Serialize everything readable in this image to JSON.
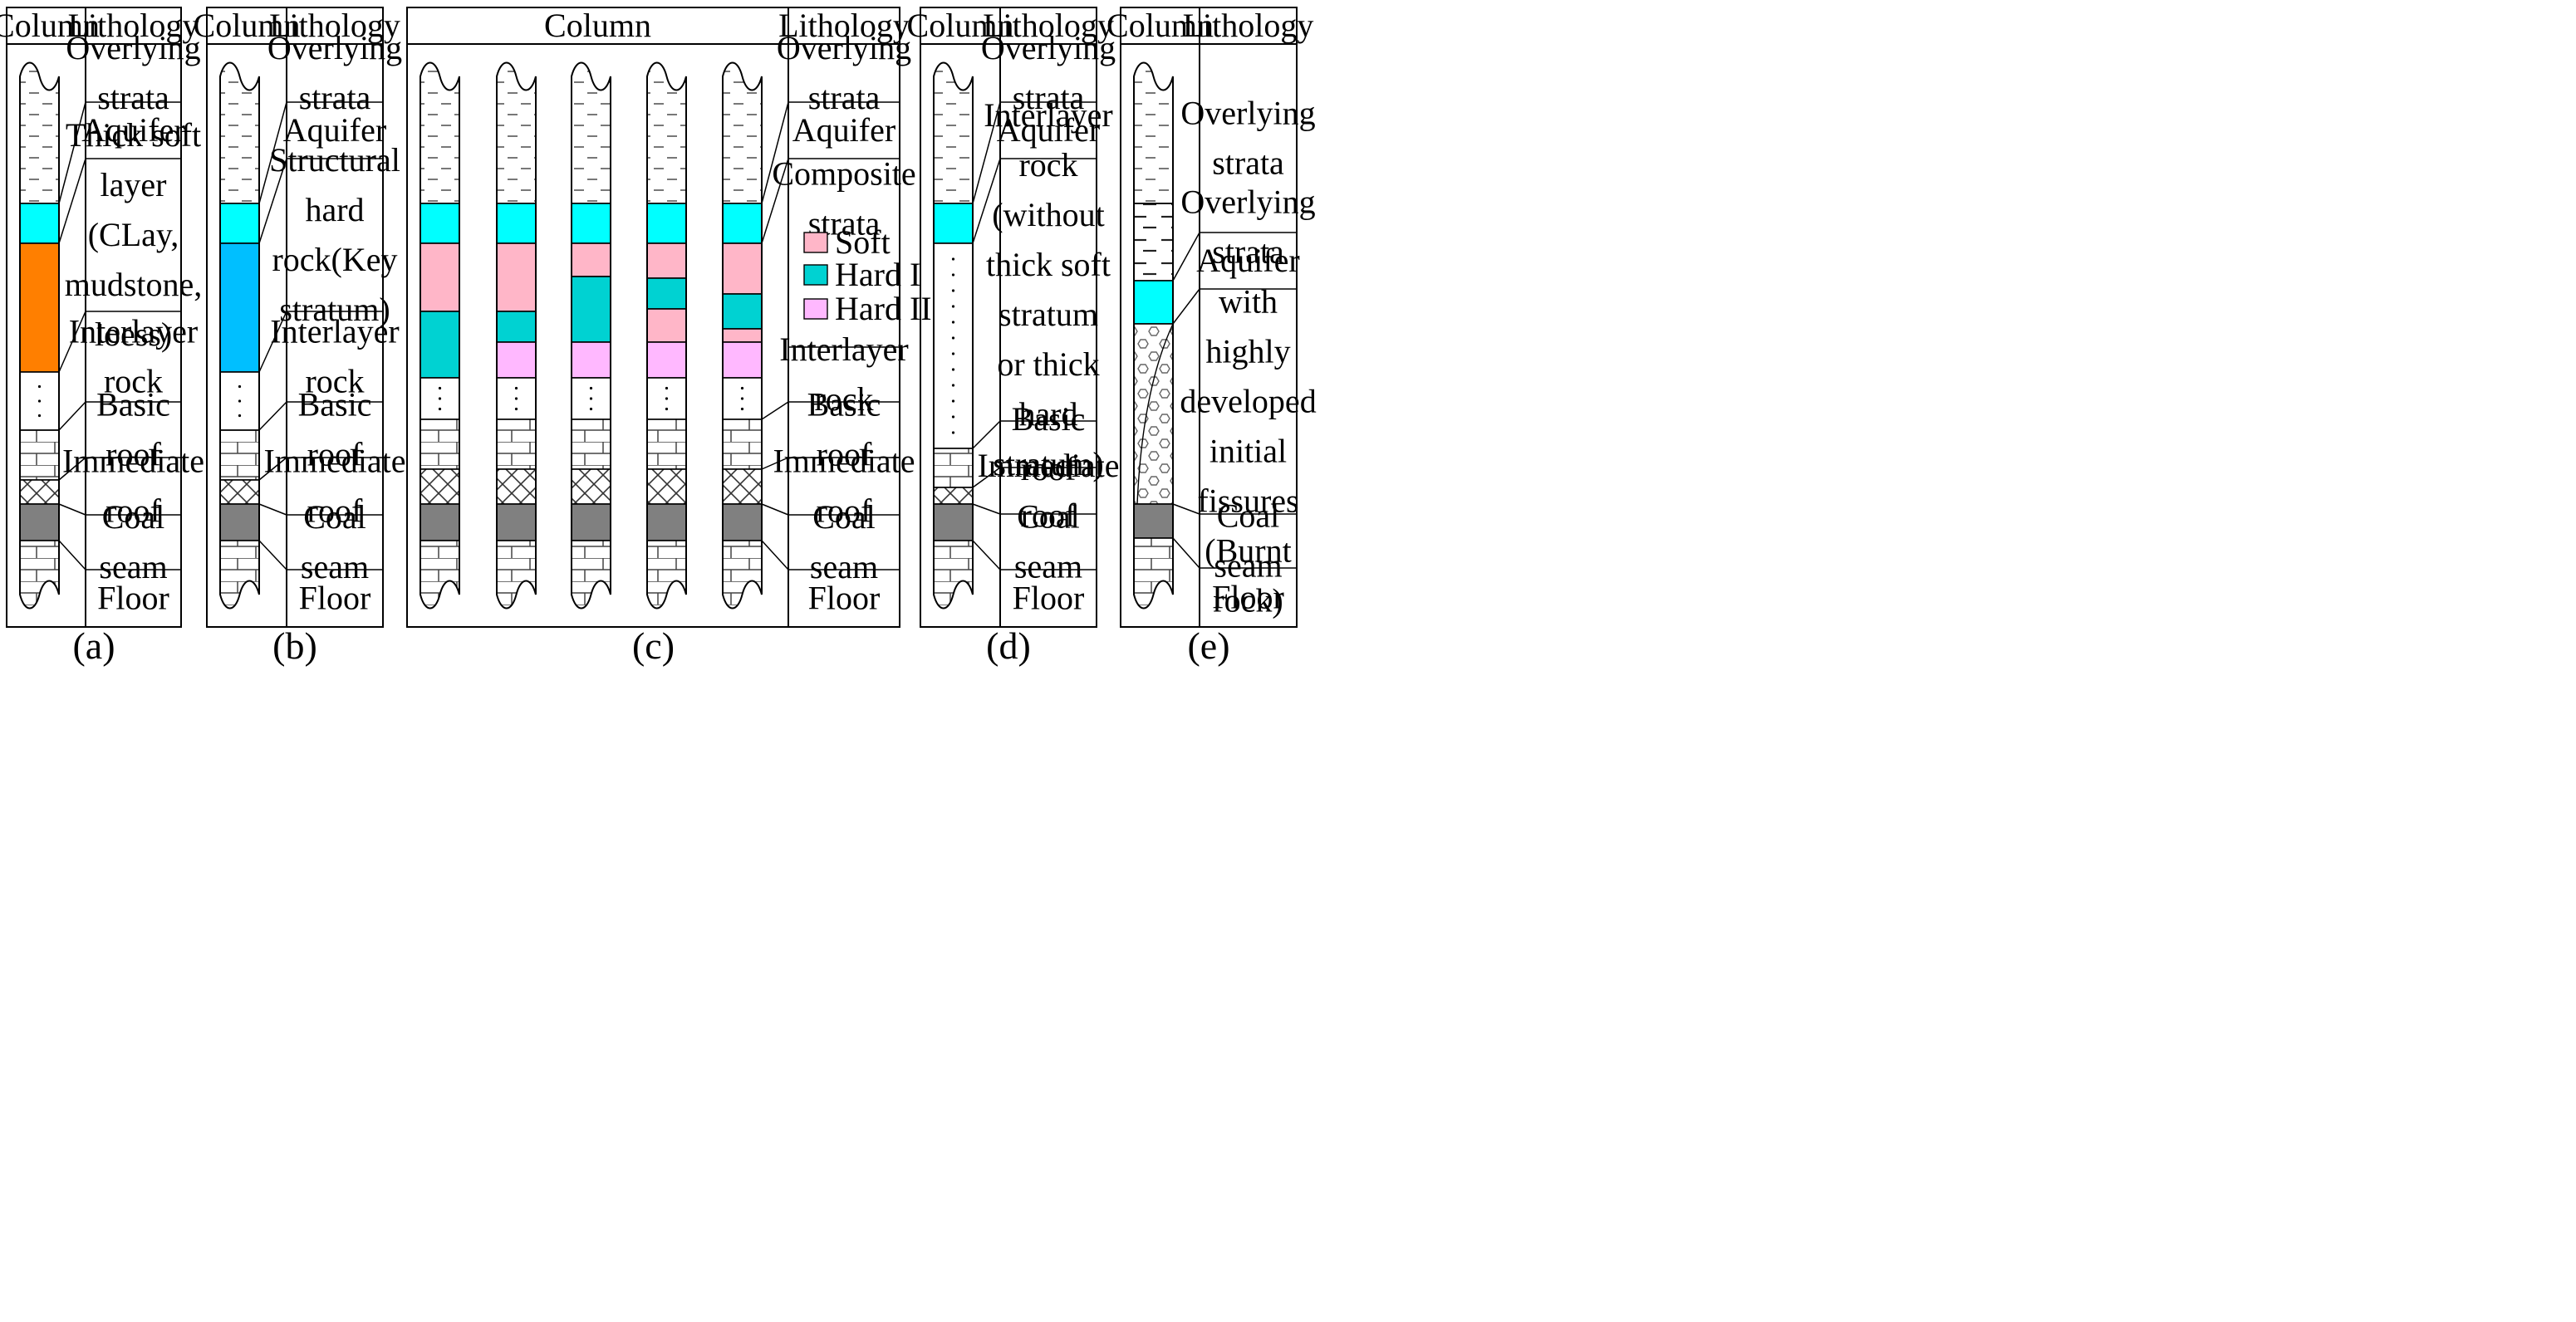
{
  "panels": [
    {
      "label": "(a)",
      "header": [
        "Column",
        "Lithology"
      ],
      "column_layers": [
        {
          "key": "overlying",
          "fill": "dash"
        },
        {
          "key": "aquifer",
          "fill": "#00ffff"
        },
        {
          "key": "thick-soft",
          "fill": "#ff7f00"
        },
        {
          "key": "interlayer",
          "fill": "dots"
        },
        {
          "key": "basic-roof",
          "fill": "brick"
        },
        {
          "key": "immediate-roof",
          "fill": "cross"
        },
        {
          "key": "coal",
          "fill": "#808080"
        },
        {
          "key": "floor",
          "fill": "brick"
        }
      ],
      "lithology": [
        {
          "lines": [
            "Overlying",
            "strata"
          ]
        },
        {
          "lines": [
            "Aquifer"
          ]
        },
        {
          "lines": [
            "Thick soft",
            "layer",
            "(CLay,",
            "mudstone,",
            "loess)"
          ]
        },
        {
          "lines": [
            "Interlayer",
            "rock"
          ]
        },
        {
          "lines": [
            "Basic",
            "roof"
          ]
        },
        {
          "lines": [
            "Immediate",
            "roof"
          ]
        },
        {
          "lines": [
            "Coal",
            "seam"
          ]
        },
        {
          "lines": [
            "Floor"
          ]
        }
      ]
    },
    {
      "label": "(b)",
      "header": [
        "Column",
        "Lithology"
      ],
      "column_layers": [
        {
          "key": "overlying",
          "fill": "dash"
        },
        {
          "key": "aquifer",
          "fill": "#00ffff"
        },
        {
          "key": "key-stratum",
          "fill": "#00bfff"
        },
        {
          "key": "interlayer",
          "fill": "dots"
        },
        {
          "key": "basic-roof",
          "fill": "brick"
        },
        {
          "key": "immediate-roof",
          "fill": "cross"
        },
        {
          "key": "coal",
          "fill": "#808080"
        },
        {
          "key": "floor",
          "fill": "brick"
        }
      ],
      "lithology": [
        {
          "lines": [
            "Overlying",
            "strata"
          ]
        },
        {
          "lines": [
            "Aquifer"
          ]
        },
        {
          "lines": [
            "Structural",
            "hard",
            "rock(Key",
            "stratum)"
          ]
        },
        {
          "lines": [
            "Interlayer",
            "rock"
          ]
        },
        {
          "lines": [
            "Basic",
            "roof"
          ]
        },
        {
          "lines": [
            "Immediate",
            "roof"
          ]
        },
        {
          "lines": [
            "Coal",
            "seam"
          ]
        },
        {
          "lines": [
            "Floor"
          ]
        }
      ]
    },
    {
      "label": "(c)",
      "header": [
        "Column",
        "Lithology"
      ],
      "composite_columns": [
        [
          "soft",
          "hard1"
        ],
        [
          "soft",
          "hard1",
          "hard2"
        ],
        [
          "soft",
          "hard1",
          "hard2"
        ],
        [
          "soft",
          "hard1",
          "soft",
          "hard2"
        ],
        [
          "soft",
          "hard1",
          "soft",
          "hard2"
        ]
      ],
      "lithology": [
        {
          "lines": [
            "Overlying",
            "strata"
          ]
        },
        {
          "lines": [
            "Aquifer"
          ]
        },
        {
          "lines": [
            "Composite",
            "strata"
          ]
        },
        {
          "lines": [
            "Interlayer",
            "rock"
          ]
        },
        {
          "lines": [
            "Basic",
            "roof"
          ]
        },
        {
          "lines": [
            "Immediate",
            "roof"
          ]
        },
        {
          "lines": [
            "Coal",
            "seam"
          ]
        },
        {
          "lines": [
            "Floor"
          ]
        }
      ],
      "legend": [
        {
          "key": "soft",
          "label": "Soft",
          "color": "#ffb6c8"
        },
        {
          "key": "hard1",
          "label": "Hard I",
          "color": "#00d2d2"
        },
        {
          "key": "hard2",
          "label": "Hard II",
          "color": "#ffb8ff"
        }
      ]
    },
    {
      "label": "(d)",
      "header": [
        "Column",
        "Lithology"
      ],
      "lithology": [
        {
          "lines": [
            "Overlying",
            "strata"
          ]
        },
        {
          "lines": [
            "Aquifer"
          ]
        },
        {
          "lines": [
            "Interlayer",
            "rock",
            "(without",
            "thick soft",
            "stratum",
            "or thick",
            "hard",
            "stratum)"
          ]
        },
        {
          "lines": [
            "Basic",
            "roof"
          ]
        },
        {
          "lines": [
            "Immediate",
            "roof"
          ]
        },
        {
          "lines": [
            "Coal",
            "seam"
          ]
        },
        {
          "lines": [
            "Floor"
          ]
        }
      ]
    },
    {
      "label": "(e)",
      "header": [
        "Column",
        "Lithology"
      ],
      "lithology": [
        {
          "lines": [
            "Overlying",
            "strata"
          ]
        },
        {
          "lines": [
            "Aquifer"
          ]
        },
        {
          "lines": [
            "Overlying",
            "strata",
            "with",
            "highly",
            "developed",
            "initial",
            "fissures",
            "(Burnt",
            "rock)"
          ]
        },
        {
          "lines": [
            "Coal",
            "seam"
          ]
        },
        {
          "lines": [
            "Floor"
          ]
        }
      ]
    }
  ],
  "colors": {
    "aquifer": "#00ffff",
    "thick_soft": "#ff7f00",
    "key_stratum": "#00bfff",
    "coal": "#808080",
    "soft": "#ffb6c8",
    "hard1": "#00d2d2",
    "hard2": "#ffb8ff"
  }
}
